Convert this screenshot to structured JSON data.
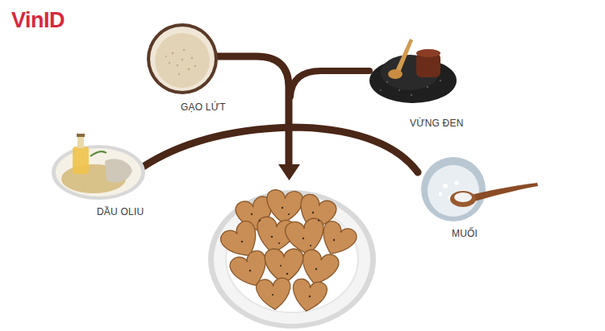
{
  "diagram": {
    "nodes": [
      {
        "text": [
          "GẠO LỨT"
        ]
      },
      {
        "text": [
          "VỪNG ĐEN"
        ]
      },
      {
        "text": [
          "DẦU OLIU"
        ]
      },
      {
        "text": [
          "MUỐI"
        ]
      }
    ],
    "labels": [
      "VinID"
    ]
  }
}
